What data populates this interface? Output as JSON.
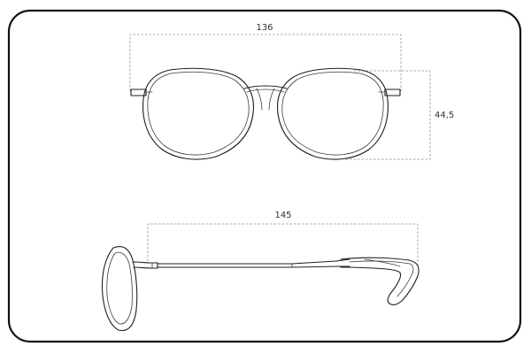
{
  "dimensions": {
    "front_width": "136",
    "lens_height": "44,5",
    "temple_length": "145"
  }
}
